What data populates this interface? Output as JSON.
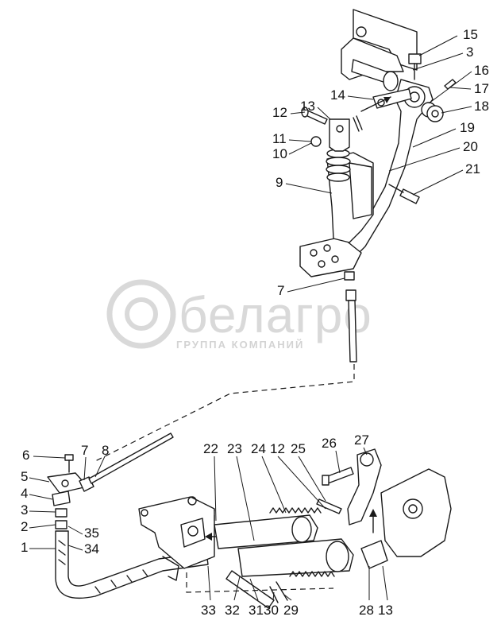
{
  "watermark": {
    "brand": "белагро",
    "subtitle": "ГРУППА КОМПАНИЙ"
  },
  "colors": {
    "ink": "#1a1a1a",
    "watermark": "#d9d9d9",
    "background": "#ffffff"
  },
  "callouts_upper": [
    "15",
    "3",
    "16",
    "17",
    "18",
    "19",
    "20",
    "21",
    "14",
    "13",
    "12",
    "11",
    "10",
    "9",
    "7"
  ],
  "callouts_lower": [
    "6",
    "7",
    "8",
    "5",
    "4",
    "3",
    "2",
    "35",
    "1",
    "34",
    "22",
    "23",
    "24",
    "12",
    "25",
    "26",
    "27",
    "33",
    "32",
    "31",
    "30",
    "29",
    "28",
    "13"
  ]
}
